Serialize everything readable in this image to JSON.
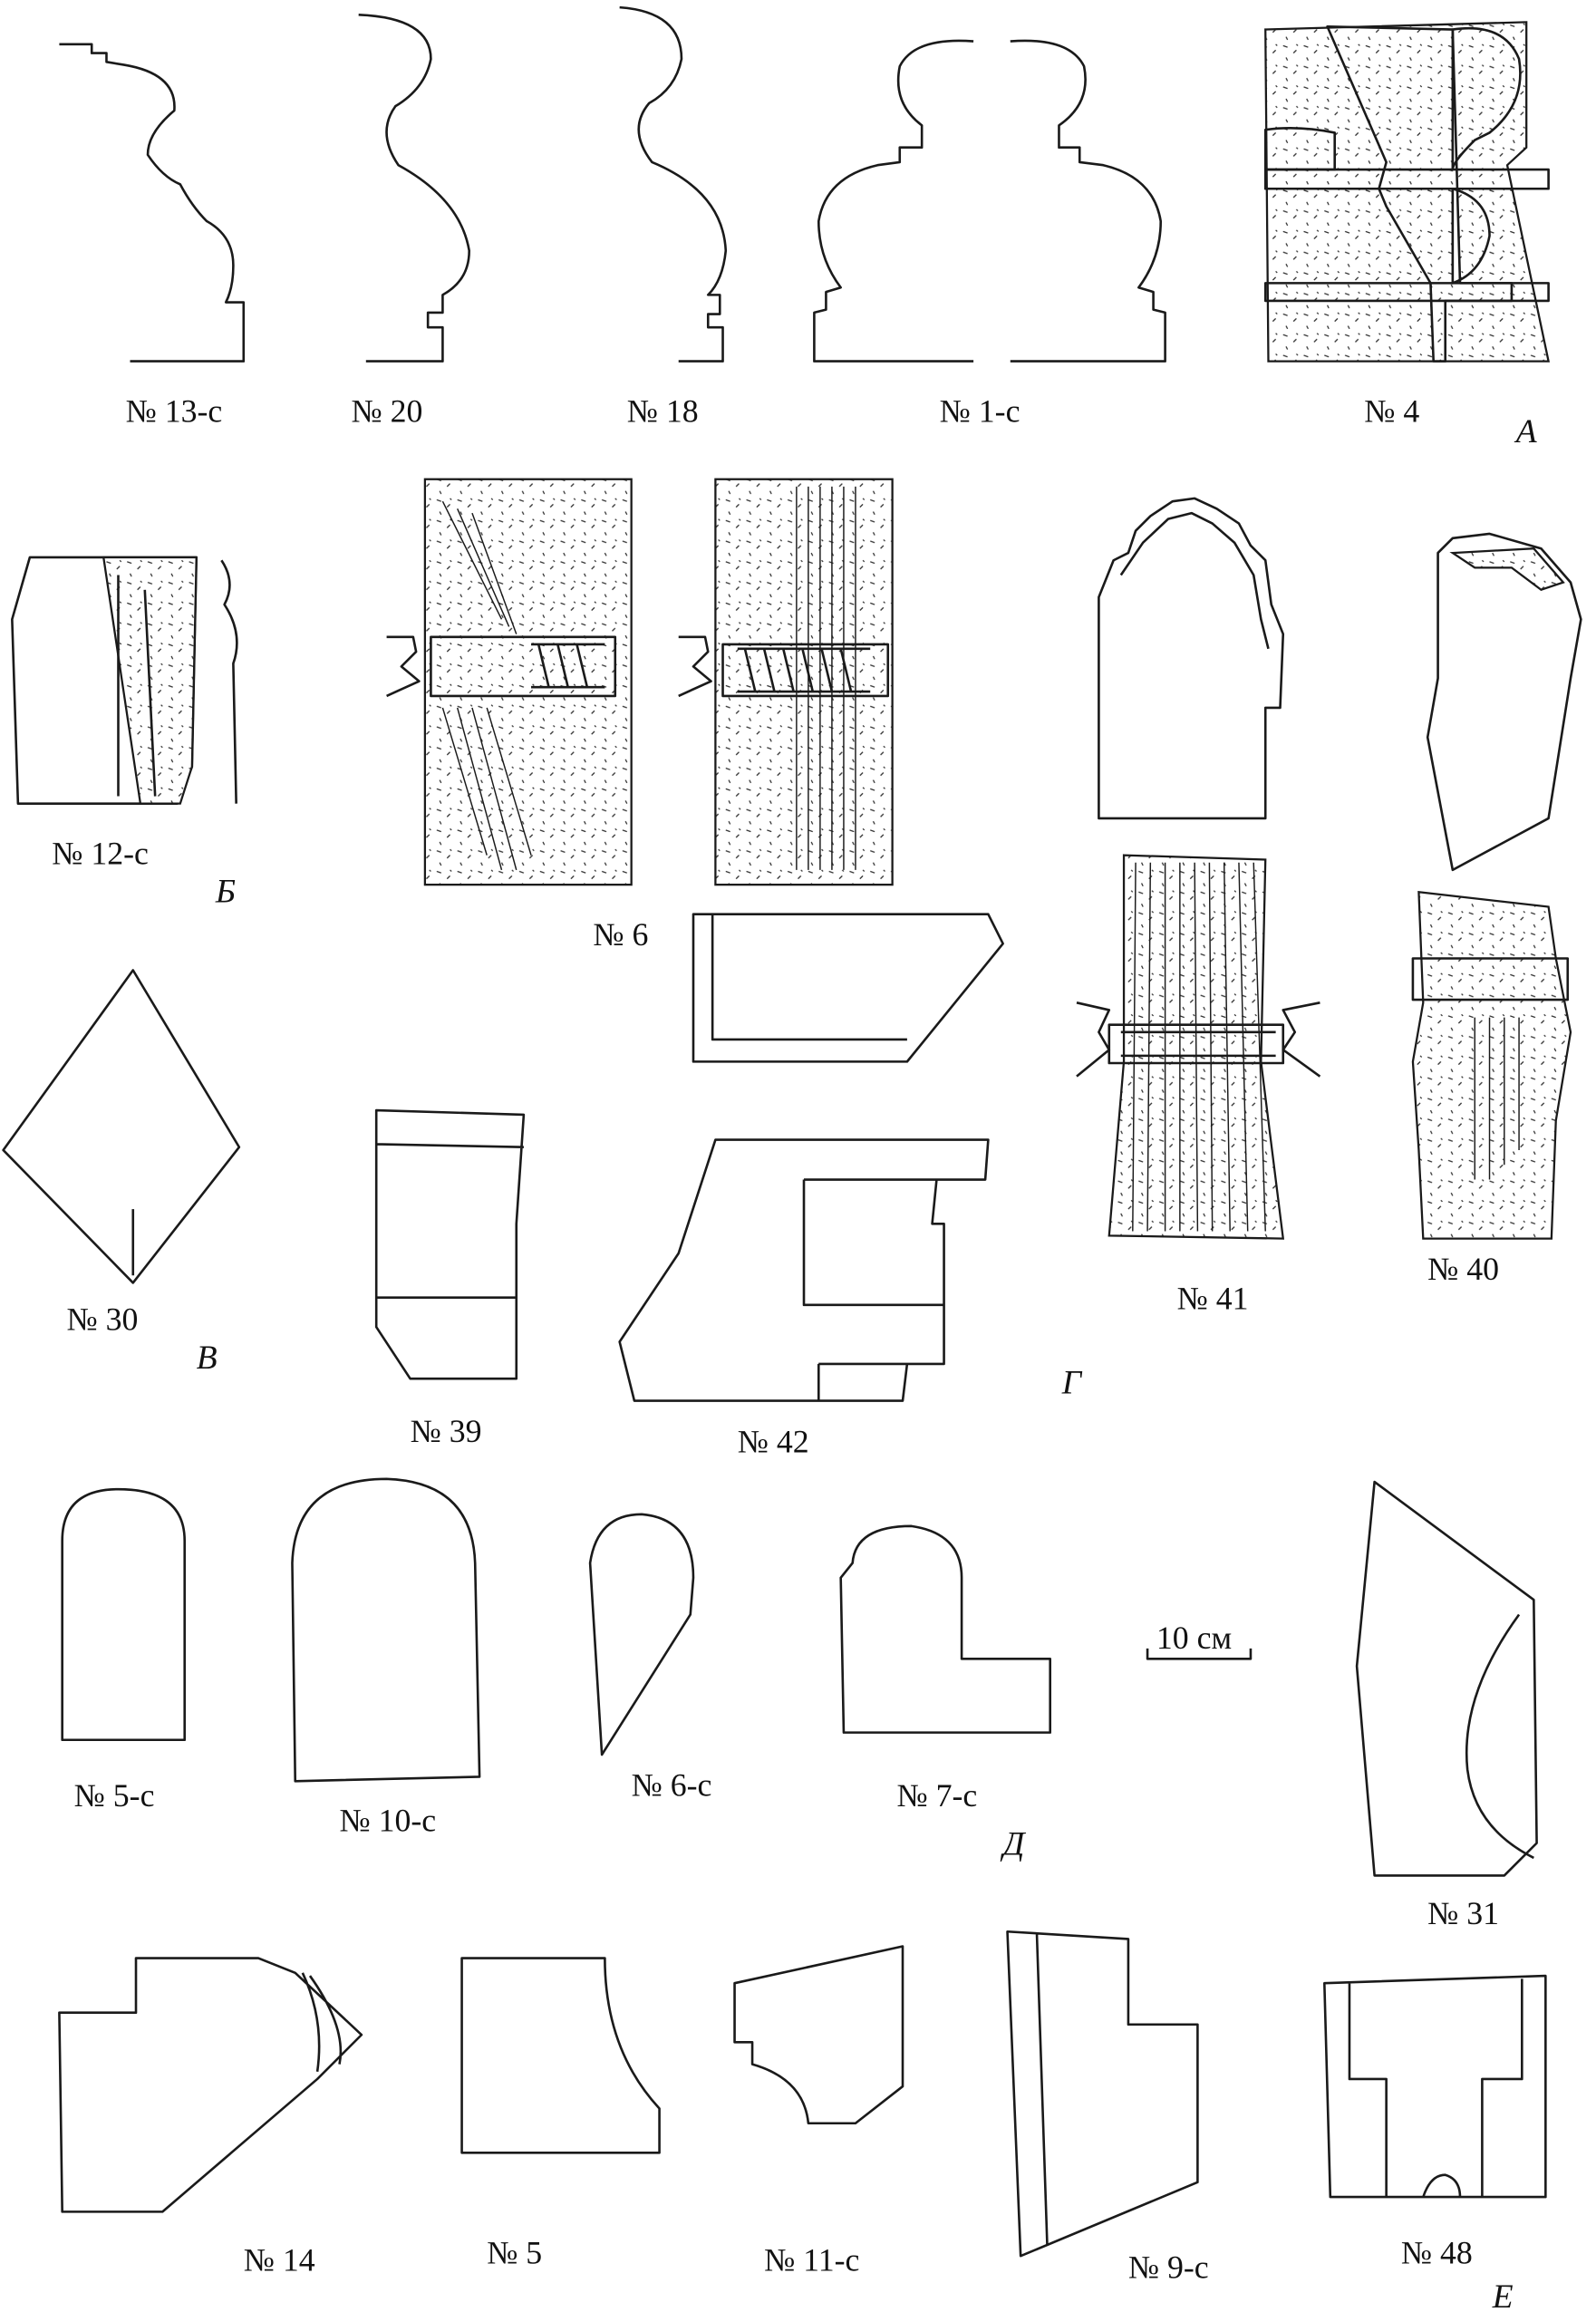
{
  "plate": {
    "labels": {
      "n13c": "№ 13-с",
      "n20": "№ 20",
      "n18": "№ 18",
      "n1c": "№ 1-с",
      "n4": "№ 4",
      "n12c": "№ 12-с",
      "n6": "№ 6",
      "n30": "№ 30",
      "n39": "№ 39",
      "n42": "№ 42",
      "n41": "№ 41",
      "n40": "№ 40",
      "n5c": "№ 5-с",
      "n10c": "№ 10-с",
      "n6c": "№ 6-с",
      "n7c": "№ 7-с",
      "n31": "№ 31",
      "n14": "№ 14",
      "n5": "№ 5",
      "n11c": "№ 11-с",
      "n9c": "№ 9-с",
      "n48": "№ 48"
    },
    "groups": {
      "A": "А",
      "B": "Б",
      "V": "В",
      "G": "Г",
      "D": "Д",
      "E": "Е"
    },
    "scale_bar": "10 см"
  }
}
